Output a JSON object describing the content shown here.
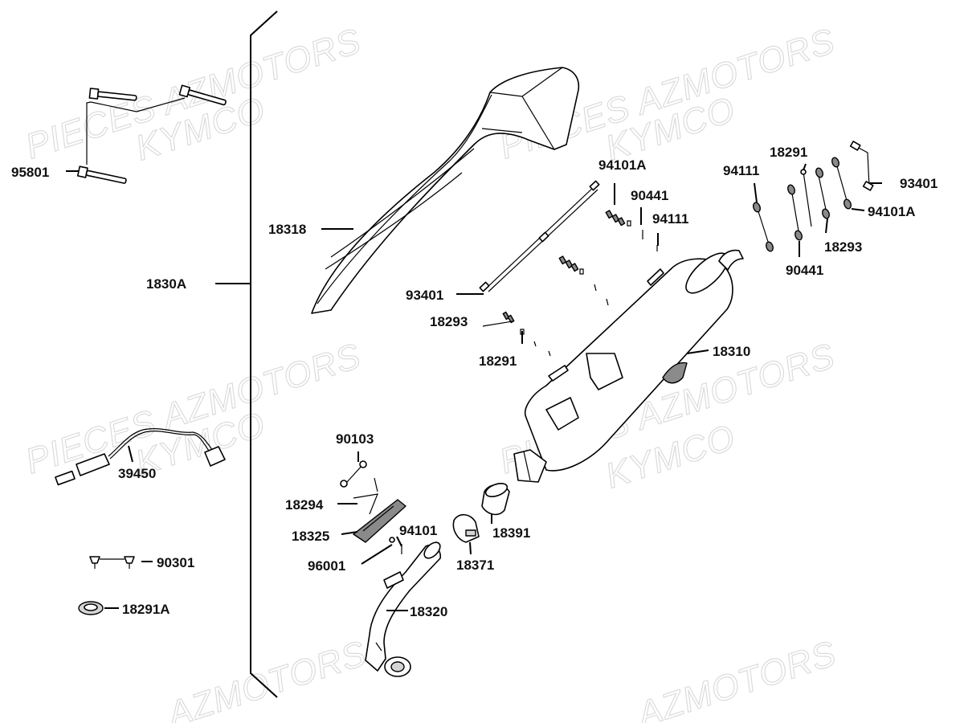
{
  "watermarks": {
    "line1": "PIECES AZMOTORS",
    "line2": "KYMCO",
    "line3": "AZMOTORS"
  },
  "parts": {
    "p95801": "95801",
    "p18318": "18318",
    "p1830A": "1830A",
    "p94101A_a": "94101A",
    "p90441_a": "90441",
    "p94111_a": "94111",
    "p93401_a": "93401",
    "p18293_a": "18293",
    "p18291_a": "18291",
    "p94111_b": "94111",
    "p18291_b": "18291",
    "p93401_b": "93401",
    "p94101A_b": "94101A",
    "p18293_b": "18293",
    "p90441_b": "90441",
    "p18310": "18310",
    "p90103": "90103",
    "p18294": "18294",
    "p18325": "18325",
    "p94101": "94101",
    "p96001": "96001",
    "p18371": "18371",
    "p18391": "18391",
    "p18320": "18320",
    "p39450": "39450",
    "p90301": "90301",
    "p18291A": "18291A"
  }
}
